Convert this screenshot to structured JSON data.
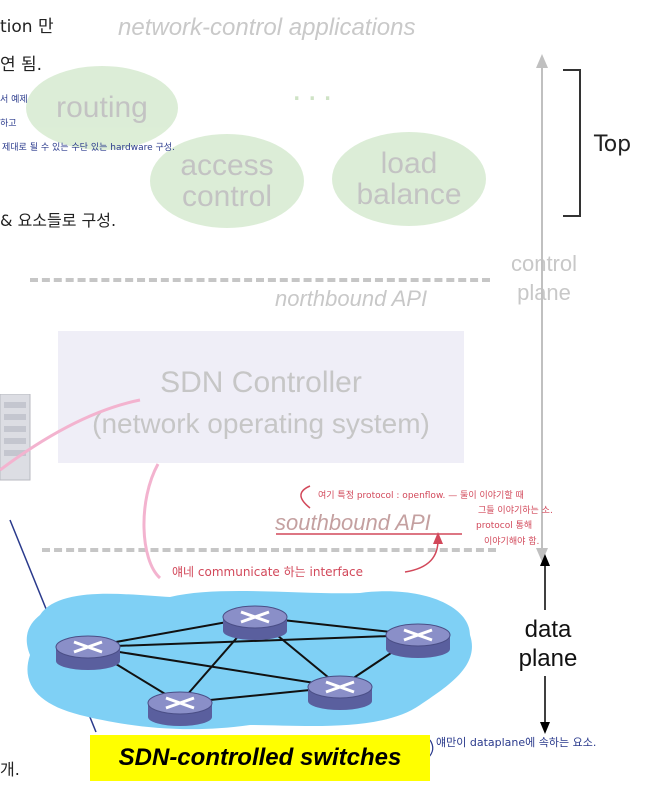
{
  "applications": {
    "title": "network-control applications",
    "routing": "routing",
    "access_control": [
      "access",
      "control"
    ],
    "load_balance": [
      "load",
      "balance"
    ],
    "ellipsis": "..."
  },
  "apis": {
    "northbound": "northbound API",
    "southbound": "southbound API"
  },
  "control_plane": [
    "control",
    "plane"
  ],
  "controller": {
    "title": "SDN Controller",
    "subtitle": "(network operating system)"
  },
  "data_plane": [
    "data",
    "plane"
  ],
  "switches_label": "SDN-controlled switches",
  "annotations": {
    "top_left_1": "tion 만",
    "top_left_2": "연 됨.",
    "blue_small_1": "서 예제",
    "blue_small_2": "하고",
    "blue_small_3": "제대로 될 수 있는 수단 있는 hardware 구성.",
    "left_mid": "& 요소들로 구성.",
    "top_bracket": "Top",
    "southbound_note_1": "여기 특정 protocol : openflow. — 둘이 이야기할 때",
    "southbound_note_2": "그들 이야기하는 소.",
    "southbound_note_3": "protocol 통해",
    "southbound_note_4": "이야기해야 함.",
    "interface_note": "얘네 communicate 하는 interface",
    "dataplane_note": "얘만이 dataplane에 속하는 요소.",
    "bottom_left": "개."
  },
  "colors": {
    "cloud": "#7fd0f5",
    "switch_top": "#8a8fc8",
    "switch_side": "#5a5f9e",
    "pink_handwriting": "#d2485a",
    "blue_handwriting": "#2a3a8c",
    "yellow": "#ffff00"
  }
}
